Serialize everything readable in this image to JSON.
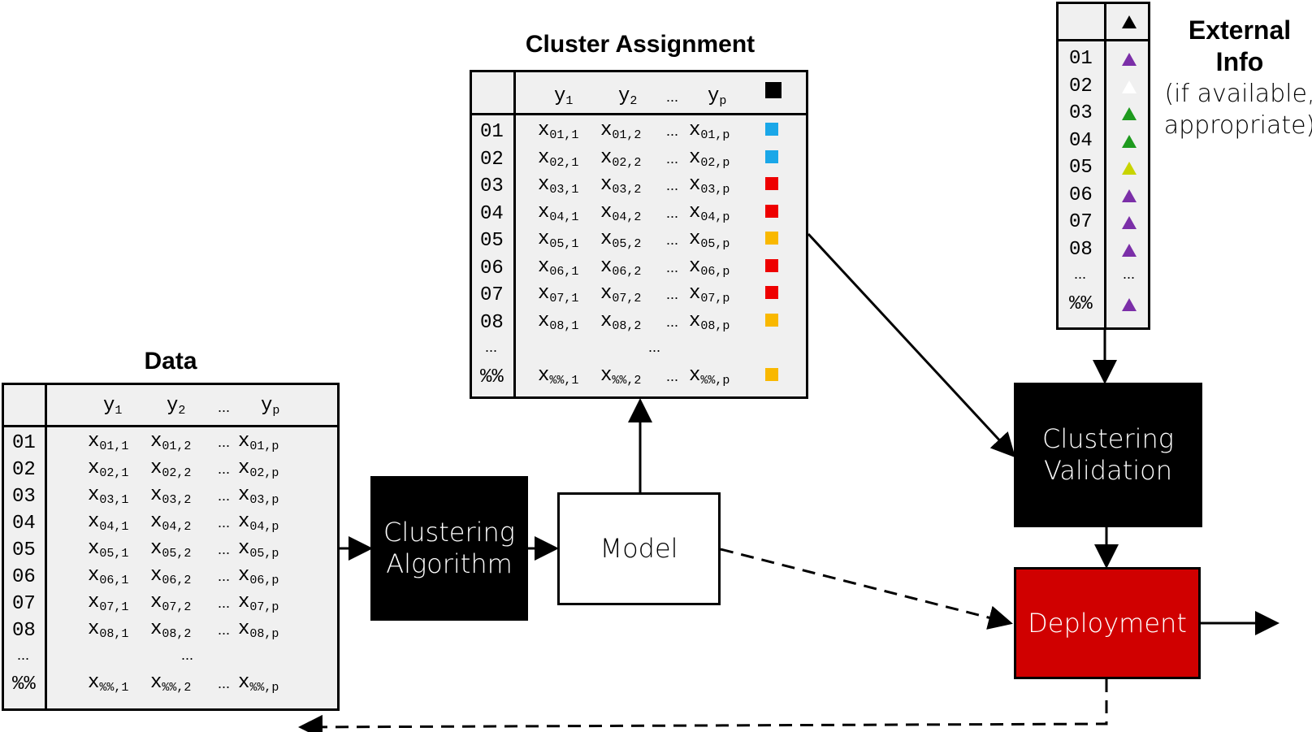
{
  "data_table": {
    "title": "Data",
    "header": [
      "y1",
      "y2",
      "...",
      "yp"
    ],
    "rows": [
      {
        "id": "01",
        "c1": "x",
        "s1": "01,1",
        "c2": "x",
        "s2": "01,2",
        "c3": "x",
        "s3": "01,p"
      },
      {
        "id": "02",
        "c1": "x",
        "s1": "02,1",
        "c2": "x",
        "s2": "02,2",
        "c3": "x",
        "s3": "02,p"
      },
      {
        "id": "03",
        "c1": "x",
        "s1": "03,1",
        "c2": "x",
        "s2": "03,2",
        "c3": "x",
        "s3": "03,p"
      },
      {
        "id": "04",
        "c1": "x",
        "s1": "04,1",
        "c2": "x",
        "s2": "04,2",
        "c3": "x",
        "s3": "04,p"
      },
      {
        "id": "05",
        "c1": "x",
        "s1": "05,1",
        "c2": "x",
        "s2": "05,2",
        "c3": "x",
        "s3": "05,p"
      },
      {
        "id": "06",
        "c1": "x",
        "s1": "06,1",
        "c2": "x",
        "s2": "06,2",
        "c3": "x",
        "s3": "06,p"
      },
      {
        "id": "07",
        "c1": "x",
        "s1": "07,1",
        "c2": "x",
        "s2": "07,2",
        "c3": "x",
        "s3": "07,p"
      },
      {
        "id": "08",
        "c1": "x",
        "s1": "08,1",
        "c2": "x",
        "s2": "08,2",
        "c3": "x",
        "s3": "08,p"
      }
    ],
    "ellipsis_row": {
      "id": "...",
      "mid": "..."
    },
    "last_row": {
      "id": "%%",
      "c1": "x",
      "s1": "%%,1",
      "c2": "x",
      "s2": "%%,2",
      "c3": "x",
      "s3": "%%,p"
    }
  },
  "cluster_table": {
    "title": "Cluster Assignment",
    "header": [
      "y1",
      "y2",
      "...",
      "yp"
    ],
    "header_marker_color": "#000000",
    "rows": [
      {
        "id": "01",
        "s1": "01,1",
        "s2": "01,2",
        "s3": "01,p",
        "color": "#1aa7e8"
      },
      {
        "id": "02",
        "s1": "02,1",
        "s2": "02,2",
        "s3": "02,p",
        "color": "#1aa7e8"
      },
      {
        "id": "03",
        "s1": "03,1",
        "s2": "03,2",
        "s3": "03,p",
        "color": "#ee0000"
      },
      {
        "id": "04",
        "s1": "04,1",
        "s2": "04,2",
        "s3": "04,p",
        "color": "#ee0000"
      },
      {
        "id": "05",
        "s1": "05,1",
        "s2": "05,2",
        "s3": "05,p",
        "color": "#f9b800"
      },
      {
        "id": "06",
        "s1": "06,1",
        "s2": "06,2",
        "s3": "06,p",
        "color": "#ee0000"
      },
      {
        "id": "07",
        "s1": "07,1",
        "s2": "07,2",
        "s3": "07,p",
        "color": "#ee0000"
      },
      {
        "id": "08",
        "s1": "08,1",
        "s2": "08,2",
        "s3": "08,p",
        "color": "#f9b800"
      }
    ],
    "ellipsis_row": {
      "id": "...",
      "mid": "..."
    },
    "last_row": {
      "id": "%%",
      "s1": "%%,1",
      "s2": "%%,2",
      "s3": "%%,p",
      "color": "#f9b800"
    }
  },
  "external_table": {
    "title_bold": [
      "External",
      "Info"
    ],
    "subtitle": [
      "(if available,",
      "appropriate)"
    ],
    "header_marker_color": "#000000",
    "rows": [
      {
        "id": "01",
        "color": "#7b2fa8"
      },
      {
        "id": "02",
        "color": "#ffffff"
      },
      {
        "id": "03",
        "color": "#1e9a1e"
      },
      {
        "id": "04",
        "color": "#1e9a1e"
      },
      {
        "id": "05",
        "color": "#c8d400"
      },
      {
        "id": "06",
        "color": "#7b2fa8"
      },
      {
        "id": "07",
        "color": "#7b2fa8"
      },
      {
        "id": "08",
        "color": "#7b2fa8"
      }
    ],
    "ellipsis_row": {
      "id": "...",
      "marker": "..."
    },
    "last_row": {
      "id": "%%",
      "color": "#7b2fa8"
    }
  },
  "boxes": {
    "clustering_algorithm": [
      "Clustering",
      "Algorithm"
    ],
    "model": "Model",
    "clustering_validation": [
      "Clustering",
      "Validation"
    ],
    "deployment": "Deployment"
  },
  "colors": {
    "black_box": "#000000",
    "deployment_fill": "#d00000",
    "table_fill": "#f0f0f0"
  }
}
